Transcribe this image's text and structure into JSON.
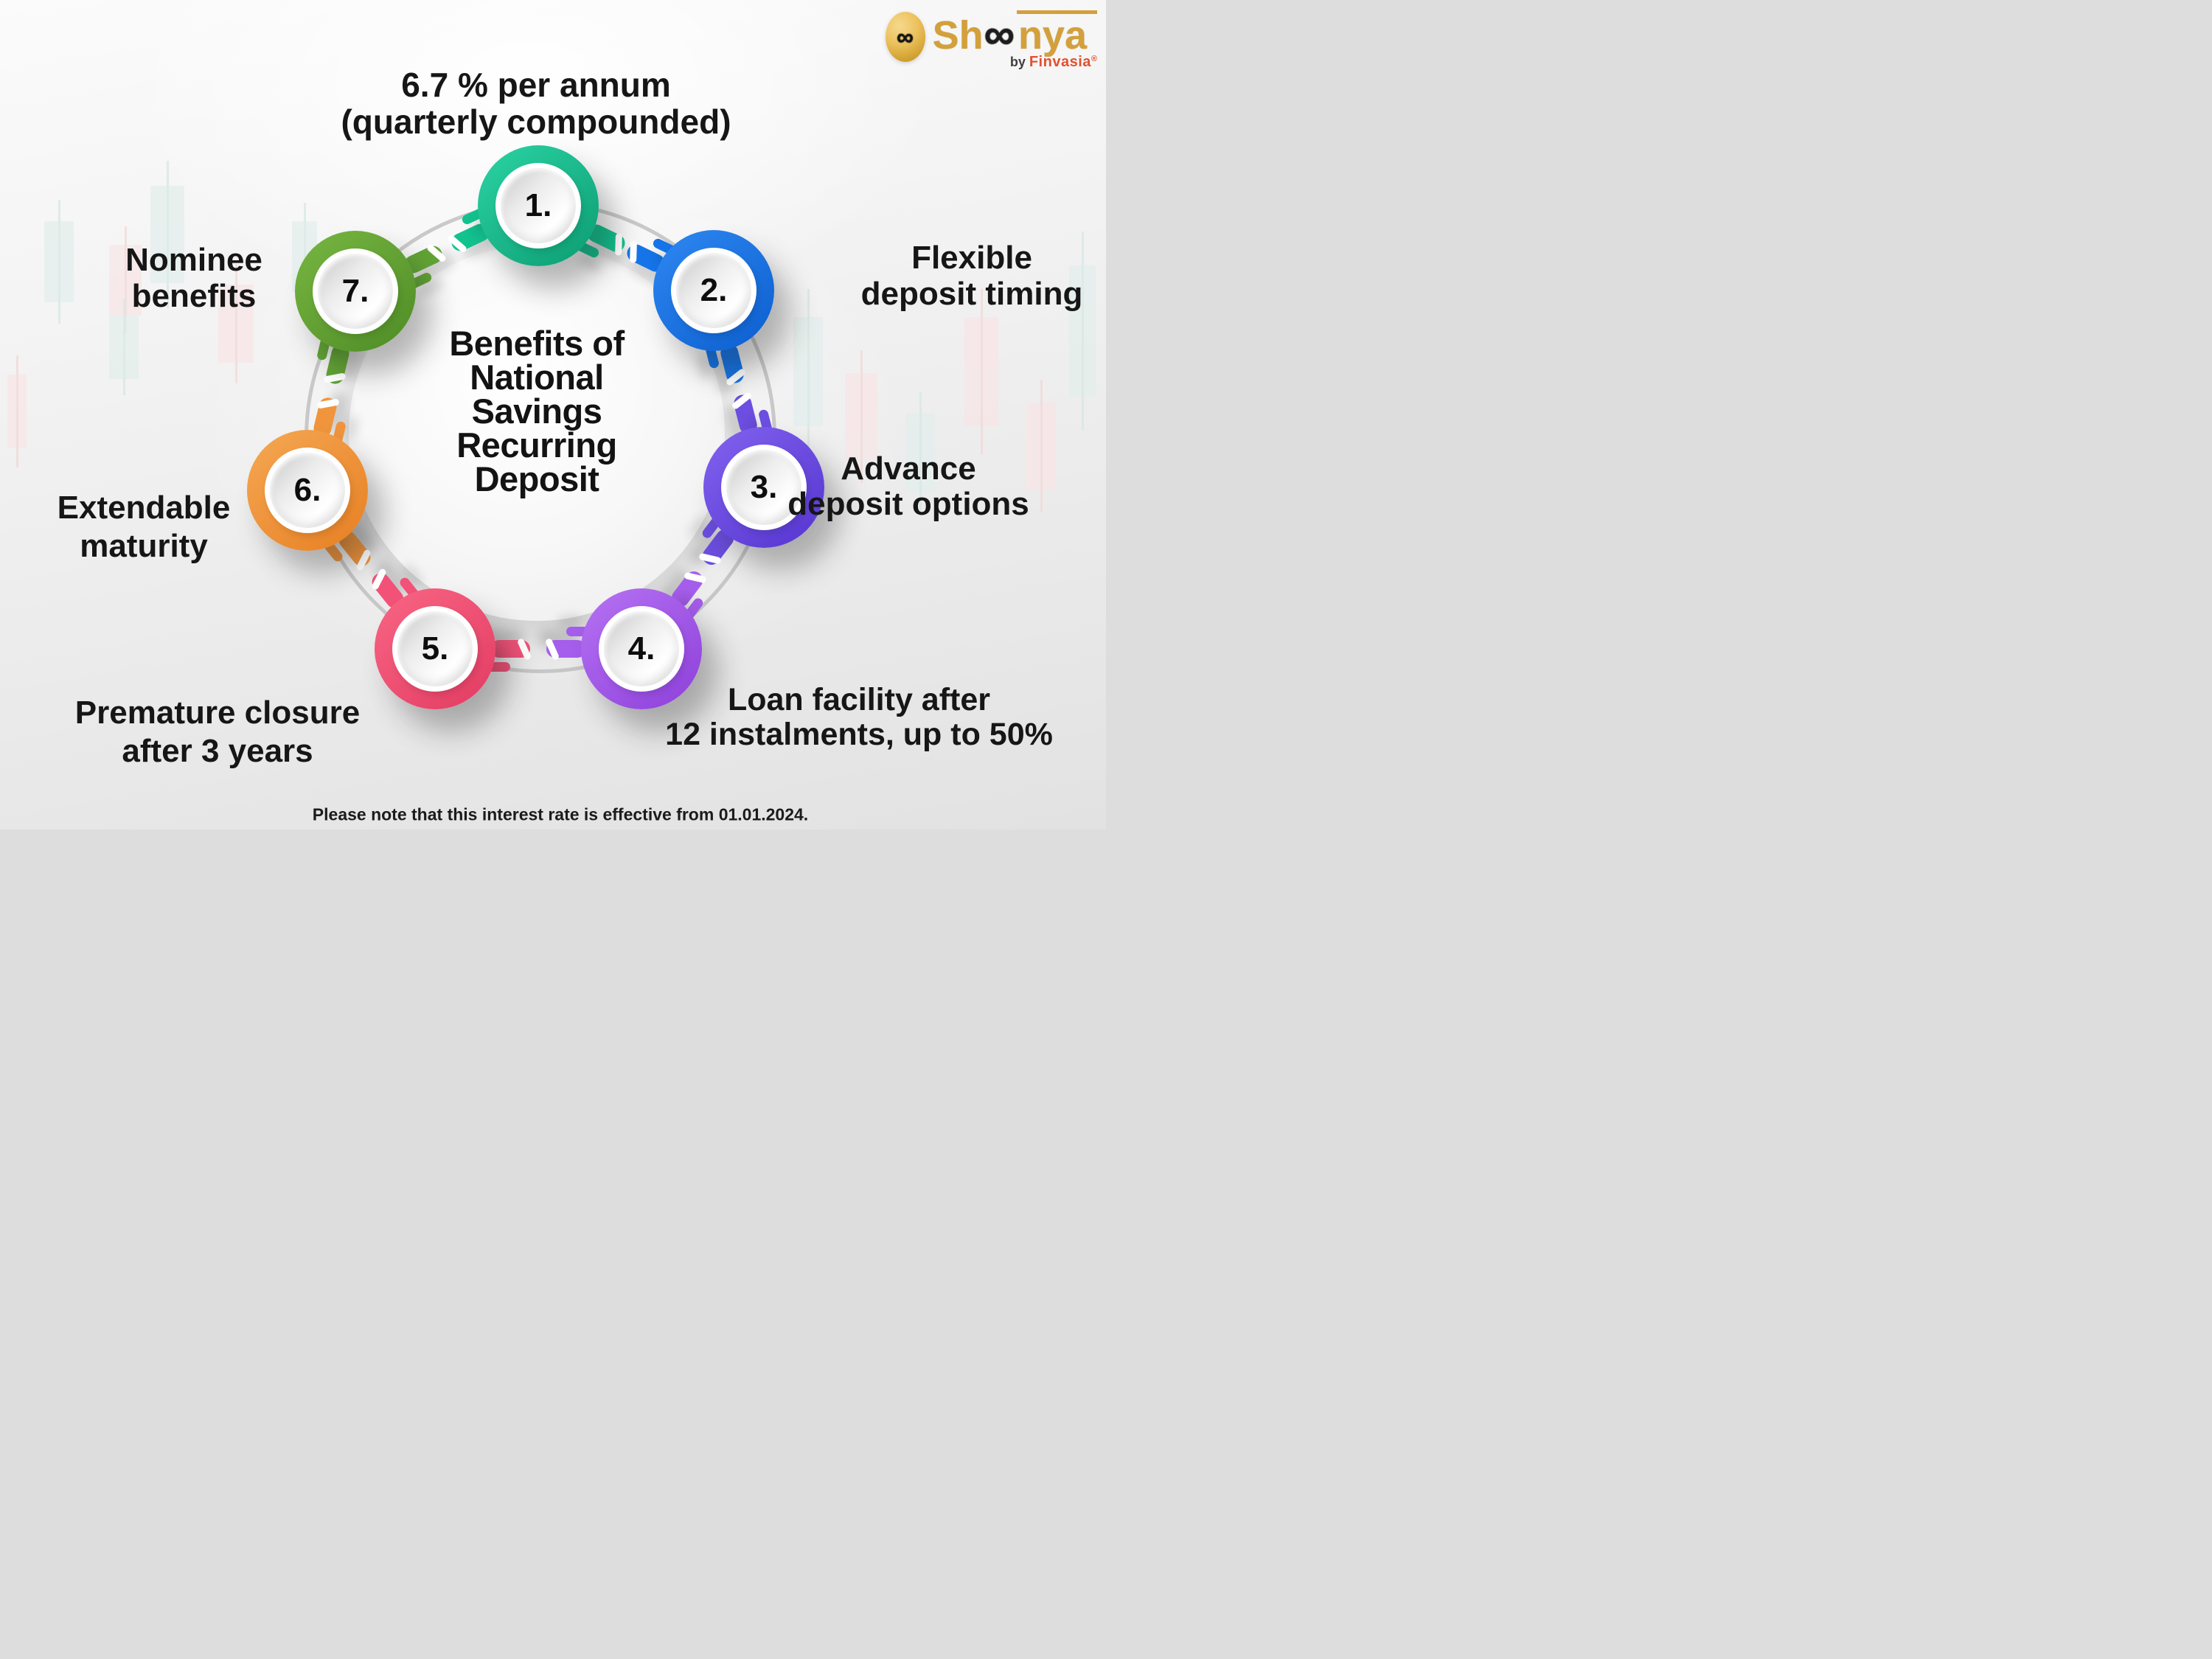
{
  "logo": {
    "symbol": "∞",
    "wordmark_prefix": "Sh",
    "wordmark_infinity": "∞",
    "wordmark_suffix": "nya",
    "brand": "Shoonya",
    "byline": "by ",
    "company": "Finvasia",
    "registered_mark": "®",
    "gold": "#D3A03B",
    "company_color": "#E2502F"
  },
  "title": {
    "lines": [
      "Benefits of",
      "National",
      "Savings",
      "Recurring",
      "Deposit"
    ]
  },
  "items": [
    {
      "number": "1.",
      "color": "#12C28F",
      "label_lines": [
        "6.7 % per annum",
        "(quarterly compounded)"
      ]
    },
    {
      "number": "2.",
      "color": "#1575E8",
      "label_lines": [
        "Flexible",
        "deposit timing"
      ]
    },
    {
      "number": "3.",
      "color": "#6C4EE0",
      "label_lines": [
        "Advance",
        "deposit options"
      ]
    },
    {
      "number": "4.",
      "color": "#A55DEB",
      "label_lines": [
        "Loan facility after",
        "12 instalments, up to 50%"
      ]
    },
    {
      "number": "5.",
      "color": "#F25278",
      "label_lines": [
        "Premature closure",
        "after 3 years"
      ]
    },
    {
      "number": "6.",
      "color": "#F0953D",
      "label_lines": [
        "Extendable",
        "maturity"
      ]
    },
    {
      "number": "7.",
      "color": "#62A435",
      "label_lines": [
        "Nominee",
        "benefits"
      ]
    }
  ],
  "footnote": "Please note that this interest rate is effective from 01.01.2024."
}
